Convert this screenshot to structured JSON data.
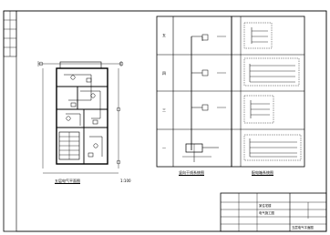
{
  "floor_plan": {
    "caption": "五层电气平面图",
    "scale_note": "1:100"
  },
  "system_diagram": {
    "caption": "竖向干线系统图",
    "floor_labels": [
      "五",
      "四",
      "三",
      "一"
    ]
  },
  "distribution_box": {
    "caption": "配电箱系统图"
  },
  "title_block": {
    "project": "某住宅楼",
    "drawing_title": "电气施工图",
    "sub_note": "五层电气平面图"
  }
}
